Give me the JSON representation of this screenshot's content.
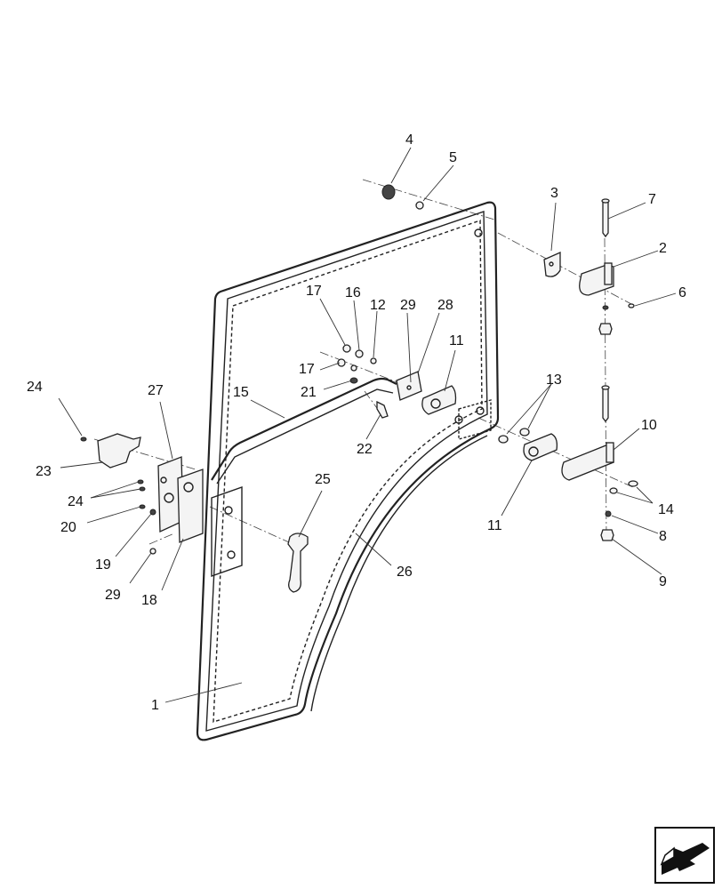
{
  "callouts": [
    {
      "n": "1"
    },
    {
      "n": "2"
    },
    {
      "n": "3"
    },
    {
      "n": "4"
    },
    {
      "n": "5"
    },
    {
      "n": "6"
    },
    {
      "n": "7"
    },
    {
      "n": "8"
    },
    {
      "n": "9"
    },
    {
      "n": "10"
    },
    {
      "n": "11"
    },
    {
      "n": "11"
    },
    {
      "n": "12"
    },
    {
      "n": "13"
    },
    {
      "n": "14"
    },
    {
      "n": "15"
    },
    {
      "n": "16"
    },
    {
      "n": "17"
    },
    {
      "n": "17"
    },
    {
      "n": "18"
    },
    {
      "n": "19"
    },
    {
      "n": "20"
    },
    {
      "n": "21"
    },
    {
      "n": "22"
    },
    {
      "n": "23"
    },
    {
      "n": "24"
    },
    {
      "n": "24"
    },
    {
      "n": "25"
    },
    {
      "n": "26"
    },
    {
      "n": "27"
    },
    {
      "n": "28"
    },
    {
      "n": "29"
    },
    {
      "n": "29"
    }
  ],
  "nav_icon": "next-page-arrow-icon"
}
